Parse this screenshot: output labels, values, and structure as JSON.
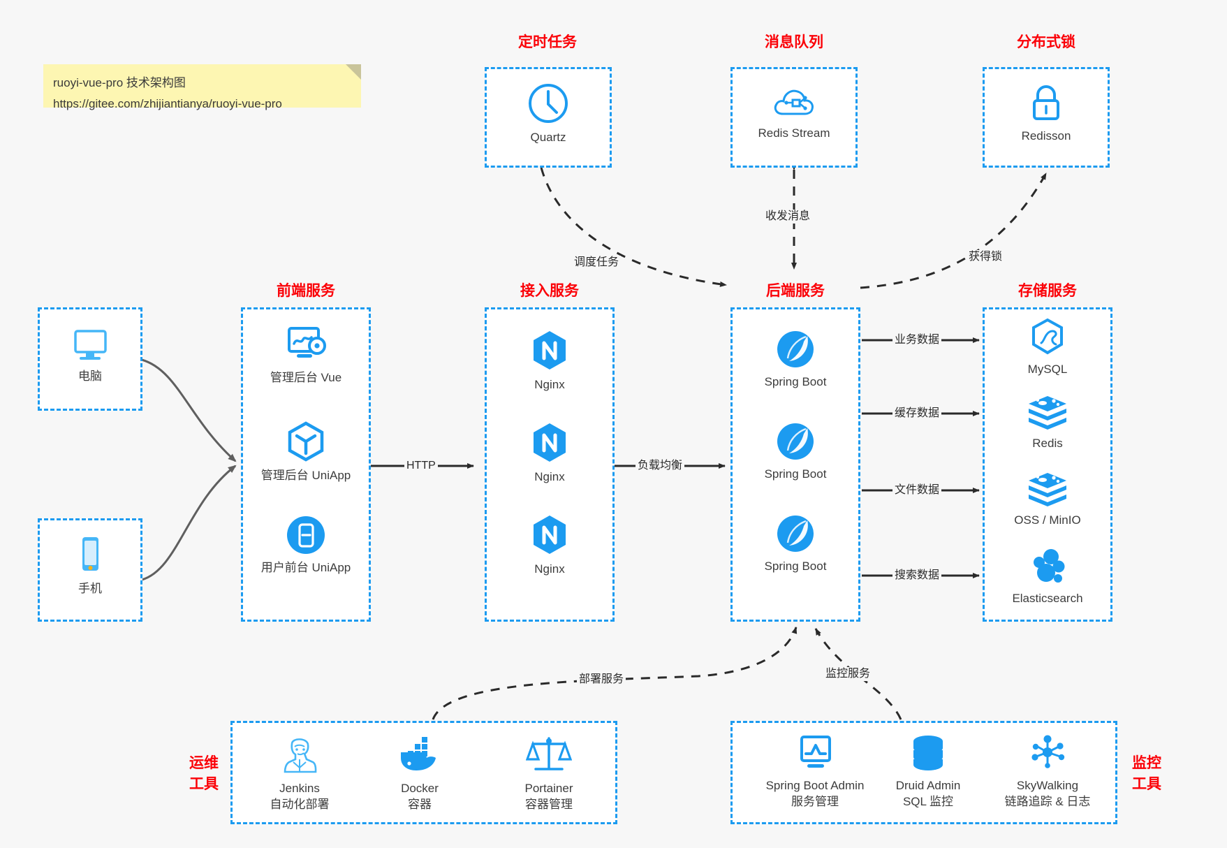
{
  "note": {
    "line1": "ruoyi-vue-pro 技术架构图",
    "line2": "https://gitee.com/zhijiantianya/ruoyi-vue-pro"
  },
  "colors": {
    "accent_blue": "#1c9bf0",
    "title_red": "#fb0007",
    "note_yellow": "#fdf6b2",
    "background": "#f7f7f7",
    "edge_dark": "#2a2a2a"
  },
  "groups": {
    "scheduled_task": {
      "title": "定时任务",
      "nodes": [
        {
          "label": "Quartz",
          "icon": "clock-icon"
        }
      ]
    },
    "message_queue": {
      "title": "消息队列",
      "nodes": [
        {
          "label": "Redis Stream",
          "icon": "cloud-stream-icon"
        }
      ]
    },
    "distributed_lock": {
      "title": "分布式锁",
      "nodes": [
        {
          "label": "Redisson",
          "icon": "lock-icon"
        }
      ]
    },
    "clients": {
      "nodes": [
        {
          "label": "电脑",
          "icon": "desktop-icon"
        },
        {
          "label": "手机",
          "icon": "mobile-icon"
        }
      ]
    },
    "frontend": {
      "title": "前端服务",
      "nodes": [
        {
          "label": "管理后台 Vue",
          "icon": "dashboard-gear-icon"
        },
        {
          "label": "管理后台 UniApp",
          "icon": "hexagon-cube-icon"
        },
        {
          "label": "用户前台 UniApp",
          "icon": "app-window-icon"
        }
      ]
    },
    "gateway": {
      "title": "接入服务",
      "nodes": [
        {
          "label": "Nginx",
          "icon": "nginx-icon"
        },
        {
          "label": "Nginx",
          "icon": "nginx-icon"
        },
        {
          "label": "Nginx",
          "icon": "nginx-icon"
        }
      ]
    },
    "backend": {
      "title": "后端服务",
      "nodes": [
        {
          "label": "Spring Boot",
          "icon": "spring-icon"
        },
        {
          "label": "Spring Boot",
          "icon": "spring-icon"
        },
        {
          "label": "Spring Boot",
          "icon": "spring-icon"
        }
      ]
    },
    "storage": {
      "title": "存储服务",
      "nodes": [
        {
          "label": "MySQL",
          "icon": "mysql-icon"
        },
        {
          "label": "Redis",
          "icon": "redis-icon"
        },
        {
          "label": "OSS / MinIO",
          "icon": "redis-icon"
        },
        {
          "label": "Elasticsearch",
          "icon": "elasticsearch-icon"
        }
      ]
    },
    "devops": {
      "title_line1": "运维",
      "title_line2": "工具",
      "nodes": [
        {
          "label": "Jenkins",
          "sublabel": "自动化部署",
          "icon": "jenkins-icon"
        },
        {
          "label": "Docker",
          "sublabel": "容器",
          "icon": "docker-icon"
        },
        {
          "label": "Portainer",
          "sublabel": "容器管理",
          "icon": "scales-icon"
        }
      ]
    },
    "monitoring": {
      "title_line1": "监控",
      "title_line2": "工具",
      "nodes": [
        {
          "label": "Spring Boot Admin",
          "sublabel": "服务管理",
          "icon": "monitor-chart-icon"
        },
        {
          "label": "Druid Admin",
          "sublabel": "SQL 监控",
          "icon": "database-icon"
        },
        {
          "label": "SkyWalking",
          "sublabel": "链路追踪 & 日志",
          "icon": "skywalking-icon"
        }
      ]
    }
  },
  "edges": [
    {
      "label": "调度任务",
      "from": "scheduled_task",
      "to": "backend",
      "style": "dashed"
    },
    {
      "label": "收发消息",
      "from": "message_queue",
      "to": "backend",
      "style": "dashed"
    },
    {
      "label": "获得锁",
      "from": "backend",
      "to": "distributed_lock",
      "style": "dashed"
    },
    {
      "label": "HTTP",
      "from": "frontend",
      "to": "gateway",
      "style": "solid"
    },
    {
      "label": "负载均衡",
      "from": "gateway",
      "to": "backend",
      "style": "solid"
    },
    {
      "label": "业务数据",
      "from": "backend",
      "to": "storage",
      "style": "solid"
    },
    {
      "label": "缓存数据",
      "from": "backend",
      "to": "storage",
      "style": "solid"
    },
    {
      "label": "文件数据",
      "from": "backend",
      "to": "storage",
      "style": "solid"
    },
    {
      "label": "搜索数据",
      "from": "backend",
      "to": "storage",
      "style": "solid"
    },
    {
      "label": "部署服务",
      "from": "devops",
      "to": "backend",
      "style": "dashed"
    },
    {
      "label": "监控服务",
      "from": "monitoring",
      "to": "backend",
      "style": "dashed"
    }
  ]
}
